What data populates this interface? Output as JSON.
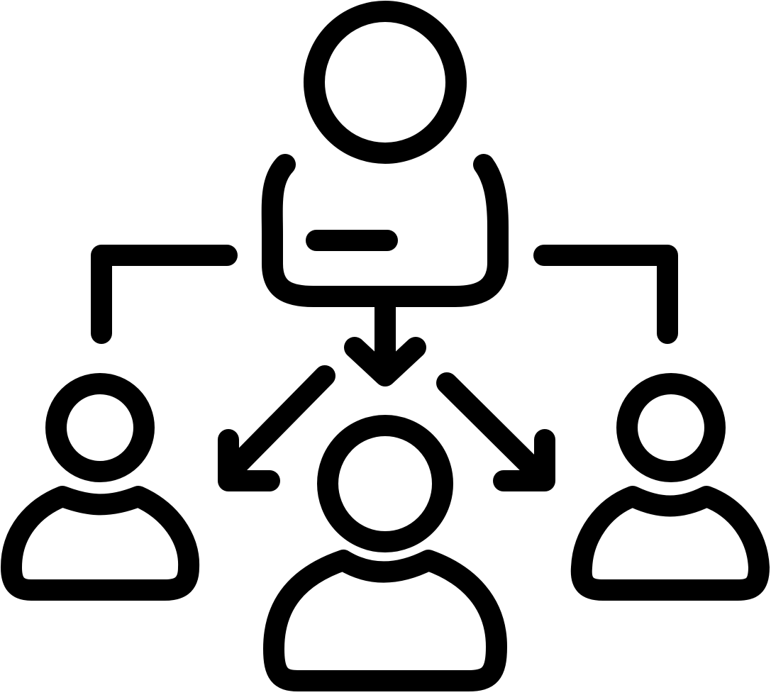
{
  "icon": {
    "name": "team-delegation-icon",
    "stroke_color": "#000000",
    "background_color": "#ffffff",
    "figures": [
      "leader",
      "member-left",
      "member-center",
      "member-right"
    ],
    "connectors": [
      "bracket-left",
      "bracket-right"
    ],
    "arrows": [
      "arrow-down",
      "arrow-down-left",
      "arrow-down-right"
    ]
  }
}
